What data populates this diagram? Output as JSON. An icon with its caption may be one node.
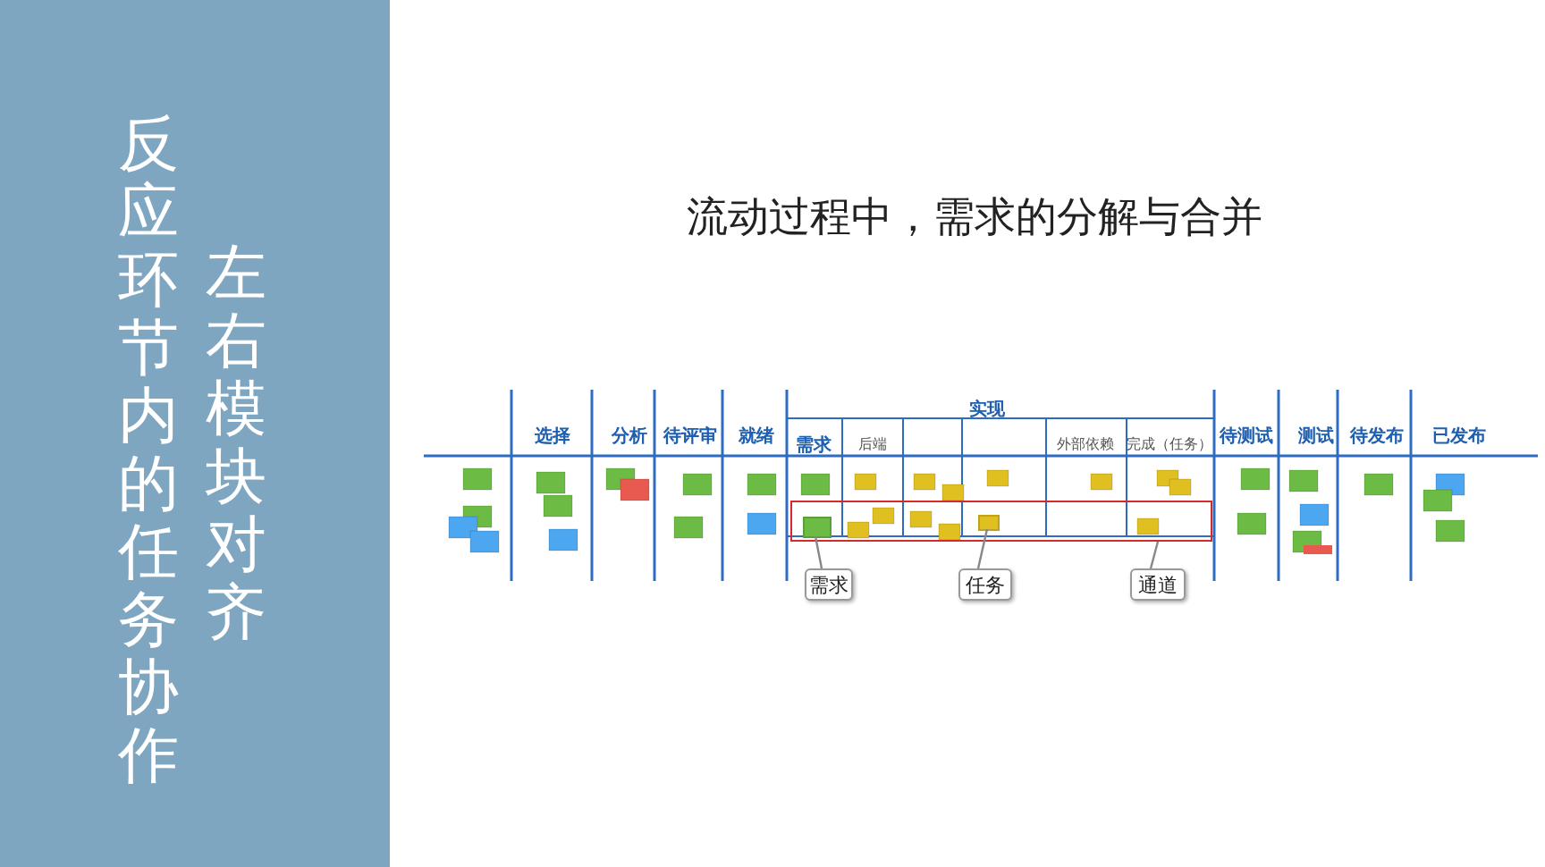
{
  "diagram": {
    "title": "流动过程中，需求的分解与合并",
    "nodes": [
      {
        "text": [
          "反应环节内的任务协作",
          "左右模块对齐"
        ]
      },
      {
        "text": [
          "需求"
        ]
      },
      {
        "text": [
          "任务"
        ]
      },
      {
        "text": [
          "通道"
        ]
      },
      {
        "text": [],
        "shape": "box",
        "in": 6
      },
      {
        "text": [],
        "shape": "box",
        "in": 6
      },
      {
        "text": [],
        "shape": "box"
      }
    ],
    "edges": [
      {
        "from": 1,
        "to": 4,
        "arrow": "none"
      },
      {
        "from": 2,
        "to": 5,
        "arrow": "none"
      },
      {
        "from": 3,
        "to": 6,
        "arrow": "none"
      }
    ],
    "labels": [
      "实现",
      "选择",
      "分析",
      "待评审",
      "就绪",
      "需求",
      "后端",
      "外部依赖",
      "完成（任务）",
      "待测试",
      "测试",
      "待发布",
      "已发布"
    ]
  }
}
